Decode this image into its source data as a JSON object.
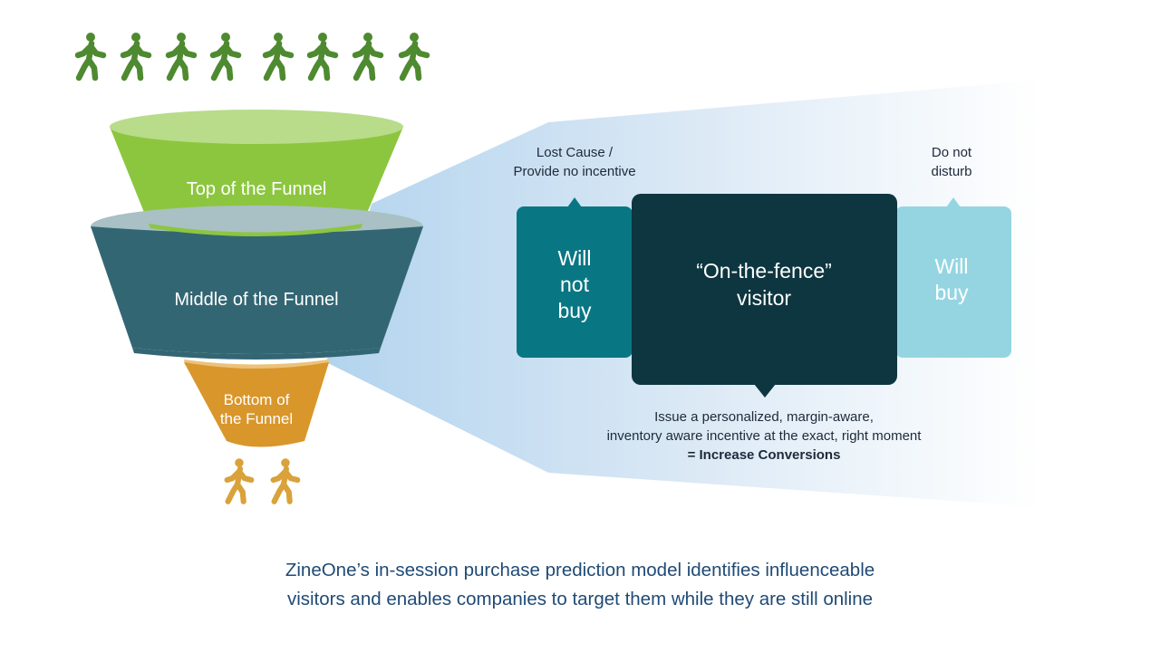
{
  "funnel": {
    "top_label": "Top of the Funnel",
    "middle_label": "Middle of the Funnel",
    "bottom_label_line1": "Bottom of",
    "bottom_label_line2": "the Funnel",
    "top_people_count": 8,
    "bottom_people_count": 2,
    "colors": {
      "top": "#8cc63f",
      "top_rim": "#b8dc8a",
      "middle": "#336673",
      "middle_rim": "#a9c0c5",
      "bottom": "#d9962b",
      "bottom_rim": "#ecc27a",
      "people_top": "#4e8a30",
      "people_bottom": "#d9a23a"
    }
  },
  "segments": {
    "left": {
      "callout_line1": "Lost Cause /",
      "callout_line2": "Provide no incentive",
      "box_line1": "Will",
      "box_line2": "not",
      "box_line3": "buy",
      "color": "#097683"
    },
    "center": {
      "box_line1": "“On-the-fence”",
      "box_line2": "visitor",
      "color": "#0e3640",
      "callout_line1": "Issue a personalized, margin-aware,",
      "callout_line2": "inventory aware incentive at the exact, right moment",
      "callout_line3": "= Increase Conversions"
    },
    "right": {
      "callout_line1": "Do not",
      "callout_line2": "disturb",
      "box_line1": "Will",
      "box_line2": "buy",
      "color": "#95d5e2"
    }
  },
  "caption": {
    "line1": "ZineOne’s in-session purchase prediction model identifies influenceable",
    "line2": "visitors and enables companies to target them while they are still online"
  }
}
